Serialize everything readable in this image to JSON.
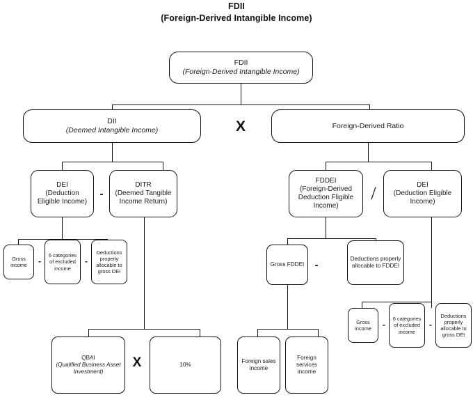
{
  "title": {
    "line1": "FDII",
    "line2": "(Foreign-Derived Intangible Income)"
  },
  "nodes": {
    "fdii": {
      "label": "FDII",
      "sub": "(Foreign-Derived Intangible Income)"
    },
    "dii": {
      "label": "DII",
      "sub": "(Deemed Intangible Income)"
    },
    "fd_ratio": {
      "label": "Foreign-Derived Ratio"
    },
    "dei_left": {
      "label": "DEI",
      "sub": "(Deduction Eligible Income)"
    },
    "ditr": {
      "label": "DITR",
      "sub": "(Deemed Tangible Income Return)"
    },
    "fddei": {
      "label": "FDDEI",
      "sub": "(Foreign-Derived Deduction Fligible Income)"
    },
    "dei_right": {
      "label": "DEI",
      "sub": "(Deduction Eligible Income)"
    },
    "gross_income_left": {
      "label": "Gross income"
    },
    "six_categories_left": {
      "label": "6 categories of excluded income"
    },
    "deductions_gross_dei_left": {
      "label": "Deductions properly allocable to gross DEI"
    },
    "gross_fddei": {
      "label": "Gross FDDEI"
    },
    "deductions_fddei": {
      "label": "Deductions properly allocable to FDDEI"
    },
    "gross_income_right": {
      "label": "Gross income"
    },
    "six_categories_right": {
      "label": "6 categories of excluded income"
    },
    "deductions_gross_dei_right": {
      "label": "Deductions properly allocable to gross DEI"
    },
    "qbai": {
      "label": "QBAI",
      "sub": "(Qualified Business Asset Investment)"
    },
    "ten_percent": {
      "label": "10%"
    },
    "foreign_sales_income": {
      "label": "Foreign sales income"
    },
    "foreign_services_income": {
      "label": "Foreign services income"
    }
  },
  "operators": {
    "multiply_top": "X",
    "minus_dei_ditr": "-",
    "divide_fddei_dei": "/",
    "minus_left_1": "-",
    "minus_left_2": "-",
    "minus_fddei": "-",
    "minus_right_1": "-",
    "minus_right_2": "-",
    "multiply_qbai": "X"
  },
  "colors": {
    "background": "#ffffff",
    "stroke": "#111111",
    "text": "#1a1a1a"
  }
}
